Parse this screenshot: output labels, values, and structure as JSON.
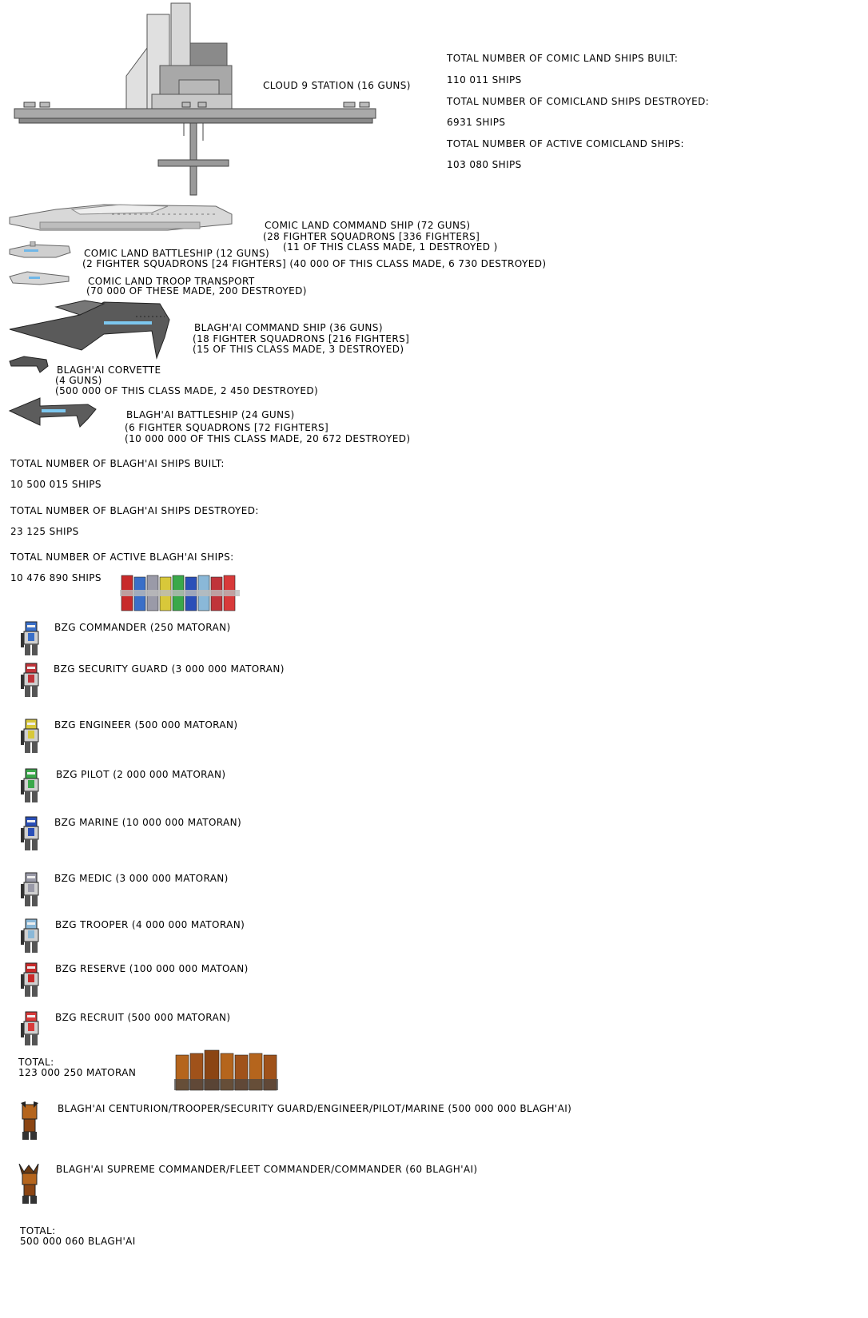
{
  "station": {
    "label": "CLOUD 9 STATION (16 GUNS)"
  },
  "comicland_stats": {
    "built_label": "TOTAL NUMBER OF COMIC LAND SHIPS BUILT:",
    "built_value": "110 011 SHIPS",
    "destroyed_label": "TOTAL NUMBER OF COMICLAND SHIPS DESTROYED:",
    "destroyed_value": "6931 SHIPS",
    "active_label": "TOTAL NUMBER OF ACTIVE COMICLAND SHIPS:",
    "active_value": "103 080 SHIPS"
  },
  "comicland_ships": [
    {
      "name": "COMIC LAND COMMAND SHIP  (72 GUNS)",
      "line2": "(28 FIGHTER SQUADRONS [336 FIGHTERS]",
      "line3": "(11 OF THIS CLASS MADE, 1 DESTROYED )"
    },
    {
      "name": "COMIC LAND BATTLESHIP  (12 GUNS)",
      "line2": "(2 FIGHTER SQUADRONS [24 FIGHTERS] (40 000 OF THIS CLASS MADE, 6 730 DESTROYED)"
    },
    {
      "name": "COMIC LAND TROOP TRANSPORT",
      "line2": "(70 000 OF THESE MADE, 200 DESTROYED)"
    }
  ],
  "blaghai_ships": [
    {
      "name": "BLAGH'AI COMMAND SHIP (36 GUNS)",
      "line2": "(18 FIGHTER SQUADRONS [216 FIGHTERS]",
      "line3": "(15 OF THIS CLASS MADE, 3 DESTROYED)"
    },
    {
      "name": "BLAGH'AI CORVETTE",
      "line2": "(4 GUNS)",
      "line3": "(500 000 OF THIS CLASS MADE, 2 450 DESTROYED)"
    },
    {
      "name": "BLAGH'AI BATTLESHIP (24 GUNS)",
      "line2": "(6 FIGHTER SQUADRONS [72 FIGHTERS]",
      "line3": "(10 000 000 OF THIS CLASS MADE, 20 672 DESTROYED)"
    }
  ],
  "blaghai_stats": {
    "built_label": "TOTAL NUMBER OF BLAGH'AI SHIPS BUILT:",
    "built_value": "10 500 015 SHIPS",
    "destroyed_label": "TOTAL NUMBER OF BLAGH'AI SHIPS DESTROYED:",
    "destroyed_value": "23 125 SHIPS",
    "active_label": "TOTAL NUMBER OF ACTIVE BLAGH'AI SHIPS:",
    "active_value": "10 476 890 SHIPS"
  },
  "bzg_units": [
    {
      "label": "BZG COMMANDER  (250 MATORAN)",
      "color": "#3a6fc8"
    },
    {
      "label": "BZG SECURITY GUARD   (3 000 000 MATORAN)",
      "color": "#c0343a"
    },
    {
      "label": "BZG ENGINEER   (500 000 MATORAN)",
      "color": "#d8c83a"
    },
    {
      "label": "BZG PILOT  (2 000 000 MATORAN)",
      "color": "#3aa84a"
    },
    {
      "label": "BZG MARINE (10 000 000 MATORAN)",
      "color": "#2a4fb8"
    },
    {
      "label": "BZG MEDIC  (3 000 000 MATORAN)",
      "color": "#9a9aa8"
    },
    {
      "label": "BZG TROOPER (4 000 000 MATORAN)",
      "color": "#8ab8d8"
    },
    {
      "label": "BZG RESERVE (100 000 000 MATOAN)",
      "color": "#c82a2a"
    },
    {
      "label": "BZG RECRUIT (500 000 MATORAN)",
      "color": "#d83a3a"
    }
  ],
  "bzg_total": {
    "label": "TOTAL:",
    "value": "123 000 250 MATORAN"
  },
  "blaghai_units": [
    {
      "label": "BLAGH'AI CENTURION/TROOPER/SECURITY GUARD/ENGINEER/PILOT/MARINE  (500 000 000 BLAGH'AI)"
    },
    {
      "label": "BLAGH'AI SUPREME COMMANDER/FLEET COMMANDER/COMMANDER   (60 BLAGH'AI)"
    }
  ],
  "blaghai_total": {
    "label": "TOTAL:",
    "value": "500 000 060 BLAGH'AI"
  }
}
